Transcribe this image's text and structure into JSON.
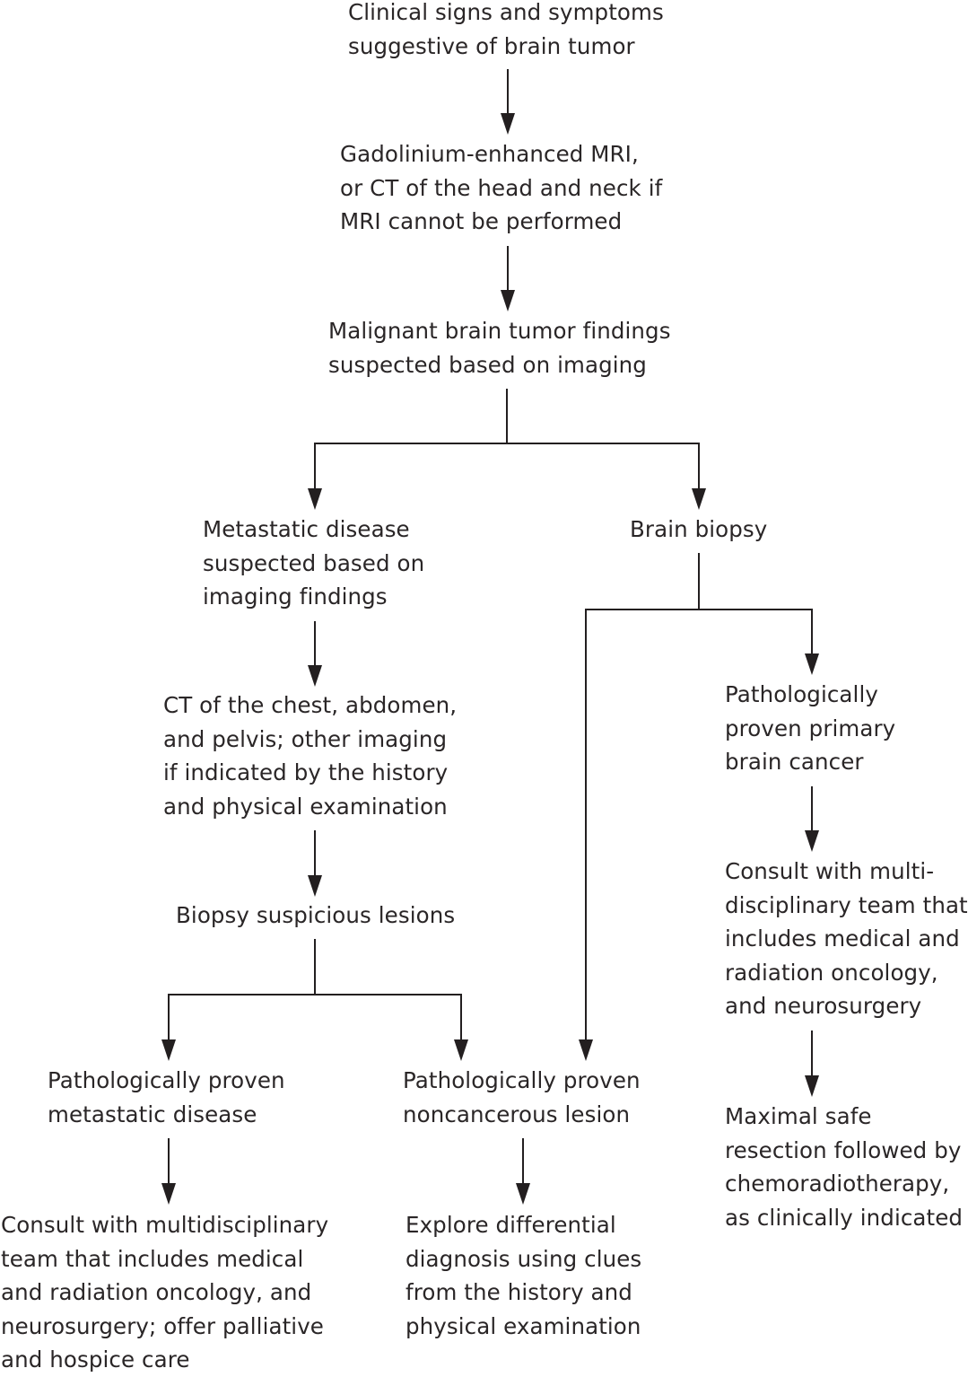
{
  "diagram": {
    "type": "flowchart",
    "colors": {
      "text": "#2a2627",
      "line": "#231f20",
      "background": "#ffffff"
    },
    "nodes": {
      "symptoms": {
        "lines": [
          "Clinical signs and symptoms",
          "suggestive of brain tumor"
        ]
      },
      "mri": {
        "lines": [
          "Gadolinium-enhanced MRI,",
          "or CT of the head and neck if",
          "MRI cannot be performed"
        ]
      },
      "malignant": {
        "lines": [
          "Malignant brain tumor findings",
          "suspected based on imaging"
        ]
      },
      "metastatic_suspected": {
        "lines": [
          "Metastatic disease",
          "suspected based on",
          "imaging findings"
        ]
      },
      "brain_biopsy": {
        "lines": [
          "Brain biopsy"
        ]
      },
      "ct_body": {
        "lines": [
          "CT of the chest, abdomen,",
          "and pelvis; other imaging",
          "if indicated by the history",
          "and physical examination"
        ]
      },
      "primary_cancer": {
        "lines": [
          "Pathologically",
          "proven primary",
          "brain cancer"
        ]
      },
      "biopsy_lesions": {
        "lines": [
          "Biopsy suspicious lesions"
        ]
      },
      "consult_primary": {
        "lines": [
          "Consult with multi-",
          "disciplinary team that",
          "includes medical and",
          "radiation oncology,",
          "and neurosurgery"
        ]
      },
      "proven_metastatic": {
        "lines": [
          "Pathologically proven",
          "metastatic disease"
        ]
      },
      "proven_noncancerous": {
        "lines": [
          "Pathologically proven",
          "noncancerous lesion"
        ]
      },
      "resection": {
        "lines": [
          "Maximal safe",
          "resection followed by",
          "chemoradiotherapy,",
          "as clinically indicated"
        ]
      },
      "consult_metastatic": {
        "lines": [
          "Consult with multidisciplinary",
          "team that includes medical",
          "and radiation oncology, and",
          "neurosurgery; offer palliative",
          "and hospice care"
        ]
      },
      "differential": {
        "lines": [
          "Explore differential",
          "diagnosis using clues",
          "from the history and",
          "physical examination"
        ]
      }
    },
    "edges": [
      {
        "from": "symptoms",
        "to": "mri"
      },
      {
        "from": "mri",
        "to": "malignant"
      },
      {
        "from": "malignant",
        "to": "metastatic_suspected"
      },
      {
        "from": "malignant",
        "to": "brain_biopsy"
      },
      {
        "from": "metastatic_suspected",
        "to": "ct_body"
      },
      {
        "from": "ct_body",
        "to": "biopsy_lesions"
      },
      {
        "from": "brain_biopsy",
        "to": "primary_cancer"
      },
      {
        "from": "brain_biopsy",
        "to": "proven_noncancerous"
      },
      {
        "from": "primary_cancer",
        "to": "consult_primary"
      },
      {
        "from": "consult_primary",
        "to": "resection"
      },
      {
        "from": "biopsy_lesions",
        "to": "proven_metastatic"
      },
      {
        "from": "biopsy_lesions",
        "to": "proven_noncancerous"
      },
      {
        "from": "proven_metastatic",
        "to": "consult_metastatic"
      },
      {
        "from": "proven_noncancerous",
        "to": "differential"
      }
    ]
  }
}
